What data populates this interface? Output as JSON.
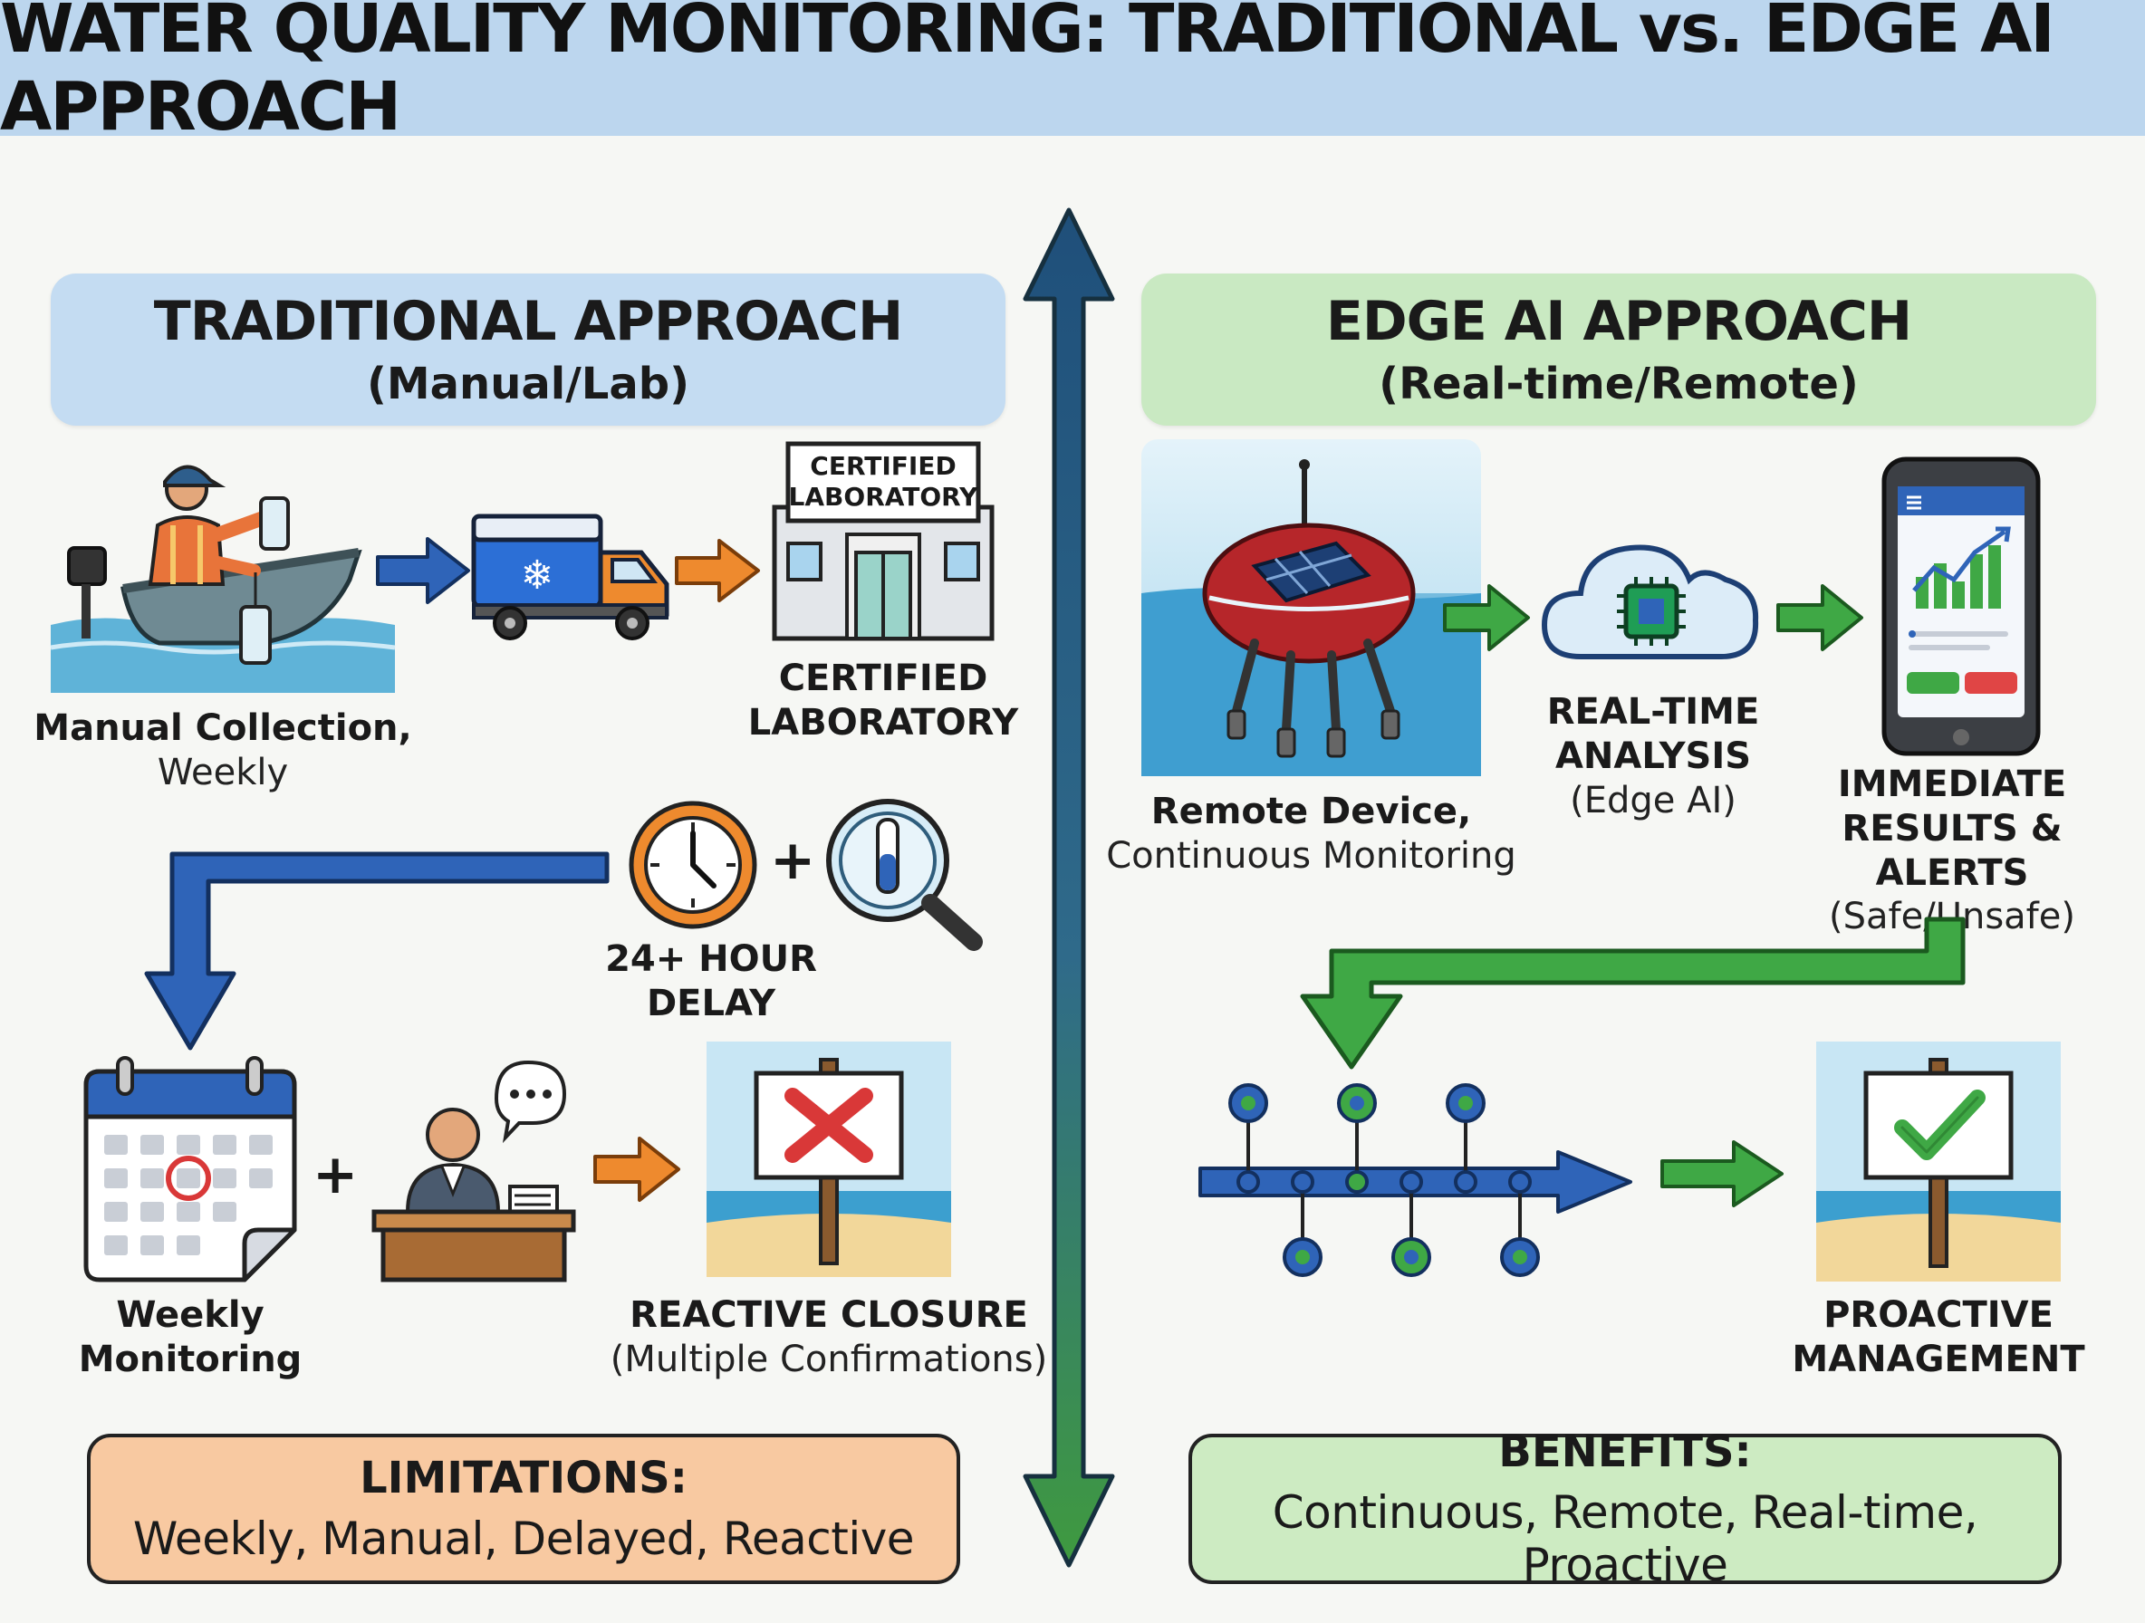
{
  "title": "WATER QUALITY MONITORING: TRADITIONAL vs. EDGE AI APPROACH",
  "traditional": {
    "heading": "TRADITIONAL APPROACH",
    "subheading": "(Manual/Lab)",
    "sign_text": [
      "CERTIFIED",
      "LABORATORY"
    ],
    "steps": {
      "collection": {
        "bold": "Manual Collection,",
        "normal": "Weekly"
      },
      "lab": {
        "line1": "CERTIFIED",
        "line2": "LABORATORY"
      },
      "delay": {
        "plus": "+",
        "label": "24+ HOUR DELAY"
      },
      "monitoring": {
        "line1": "Weekly",
        "line2": "Monitoring",
        "plus": "+"
      },
      "closure": {
        "bold": "REACTIVE CLOSURE",
        "normal": "(Multiple Confirmations)"
      }
    },
    "limitations": {
      "heading": "LIMITATIONS:",
      "text": "Weekly, Manual, Delayed, Reactive"
    }
  },
  "edge": {
    "heading": "EDGE AI APPROACH",
    "subheading": "(Real-time/Remote)",
    "steps": {
      "device": {
        "bold": "Remote Device,",
        "normal": "Continuous Monitoring"
      },
      "analysis": {
        "line1": "REAL-TIME",
        "line2": "ANALYSIS",
        "normal": "(Edge AI)"
      },
      "results": {
        "line1": "IMMEDIATE",
        "line2": "RESULTS & ALERTS",
        "normal": "(Safe/Unsafe)"
      },
      "management": {
        "line1": "PROACTIVE",
        "line2": "MANAGEMENT"
      }
    },
    "benefits": {
      "heading": "BENEFITS:",
      "text": "Continuous, Remote, Real-time, Proactive"
    }
  },
  "colors": {
    "title_band": "#bcd6ee",
    "traditional_header": "#c4dcf2",
    "edge_header": "#c9e9c2",
    "limitations_box": "#f8c9a1",
    "benefits_box": "#cdebc2",
    "blue_arrow": "#2f64b8",
    "orange_arrow": "#ee8a2e",
    "green_arrow": "#3fa845",
    "divider_top": "#1f4f7a",
    "divider_bottom": "#3f9a3f"
  },
  "icons": [
    "boat-collector-icon",
    "cooler-truck-icon",
    "laboratory-building-icon",
    "clock-icon",
    "magnifier-test-tube-icon",
    "calendar-icon",
    "person-at-desk-icon",
    "closed-beach-sign-icon",
    "buoy-sensor-icon",
    "cloud-chip-icon",
    "smartphone-chart-icon",
    "timeline-icon",
    "open-beach-sign-icon"
  ]
}
